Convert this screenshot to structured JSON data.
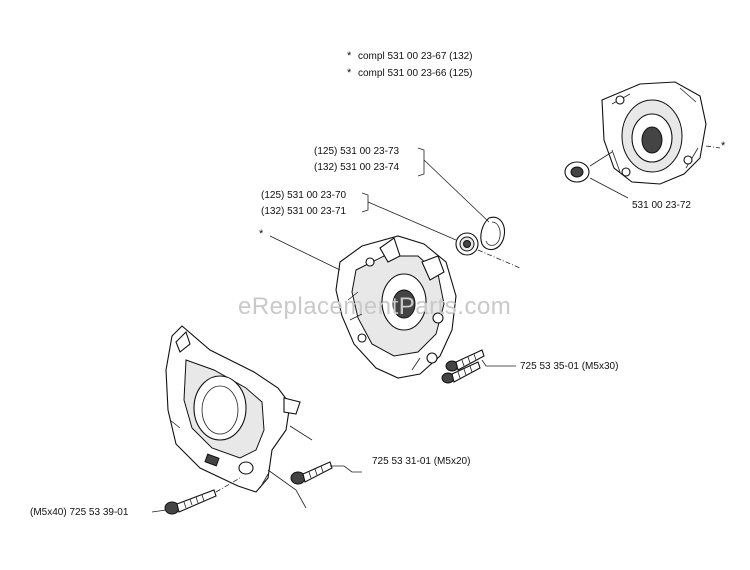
{
  "compl_notes": [
    {
      "star": "*",
      "text": "compl 531 00 23-67 (132)"
    },
    {
      "star": "*",
      "text": "compl 531 00 23-66 (125)"
    }
  ],
  "labels": {
    "circlip_125": "(125) 531 00 23-73",
    "circlip_132": "(132) 531 00 23-74",
    "bearing_125": "(125) 531 00 23-70",
    "bearing_132": "(132) 531 00 23-71",
    "seal_right": "531 00 23-72",
    "screw_m5x30": "725 53 35-01 (M5x30)",
    "screw_m5x20": "725 53 31-01 (M5x20)",
    "screw_m5x40": "(M5x40) 725 53 39-01"
  },
  "stars": {
    "crankcase_left": "*",
    "crankcase_right": "*"
  },
  "watermark": "eReplacementParts.com"
}
